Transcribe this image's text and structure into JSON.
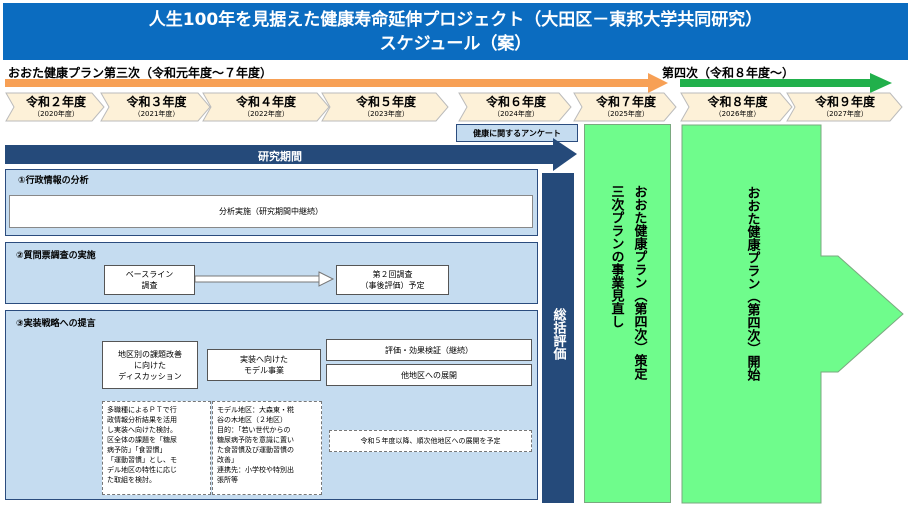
{
  "title": {
    "line1": "人生100年を見据えた健康寿命延伸プロジェクト（大田区－東邦大学共同研究）",
    "line2": "スケジュール（案）"
  },
  "phases": {
    "third": "おおた健康プラン第三次（令和元年度～７年度）",
    "fourth": "第四次（令和８年度～）"
  },
  "years": [
    {
      "label": "令和２年度",
      "sub": "（2020年度）"
    },
    {
      "label": "令和３年度",
      "sub": "（2021年度）"
    },
    {
      "label": "令和４年度",
      "sub": "（2022年度）"
    },
    {
      "label": "令和５年度",
      "sub": "（2023年度）"
    },
    {
      "label": "令和６年度",
      "sub": "（2024年度）"
    },
    {
      "label": "令和７年度",
      "sub": "（2025年度）"
    },
    {
      "label": "令和８年度",
      "sub": "（2026年度）"
    },
    {
      "label": "令和９年度",
      "sub": "（2027年度）"
    }
  ],
  "survey": "健康に関するアンケート",
  "research_period": "研究期間",
  "section1": {
    "title": "①行政情報の分析",
    "box": "分析実施（研究期間中継続）"
  },
  "section2": {
    "title": "②質問票調査の実施",
    "baseline_1": "ベースライン",
    "baseline_2": "調査",
    "second_1": "第２回調査",
    "second_2": "（事後評価）予定"
  },
  "section3": {
    "title": "③実装戦略への提言",
    "discussion_1": "地区別の課題改善",
    "discussion_2": "に向けた",
    "discussion_3": "ディスカッション",
    "model_1": "実装へ向けた",
    "model_2": "モデル事業",
    "eval": "評価・効果検証（継続）",
    "expand": "他地区への展開",
    "note1": [
      "多職種によるＰＴで行",
      "政情報分析結果を活用",
      "し実装へ向けた検討。",
      "区全体の課題を「糖尿",
      "病予防」「食習慣」",
      "「運動習慣」とし、モ",
      "デル地区の特性に応じ",
      "た取組を検討。"
    ],
    "note2": [
      "モデル地区：大森東・糀",
      "谷の木地区（２地区）",
      "目的：「若い世代からの",
      "糖尿病予防を意識に置い",
      "た食習慣及び運動習慣の",
      "改善」",
      "連携先：小学校や特別出",
      "張所等"
    ],
    "note3": "令和５年度以降、順次他地区への展開を予定"
  },
  "summary": "総括評価",
  "plan_review": [
    "おおた健康プラン（第四次）策定",
    "三次プランの事業見直し"
  ],
  "plan_start": "おおた健康プラン（第四次）開始",
  "colors": {
    "title_bg": "#0b6cc0",
    "orange": "#f7a055",
    "green": "#21b04b",
    "year_fill": "#fdf1d8",
    "navy": "#254a7a",
    "panel": "#c5dcf0",
    "mint": "#6ffc8c"
  }
}
